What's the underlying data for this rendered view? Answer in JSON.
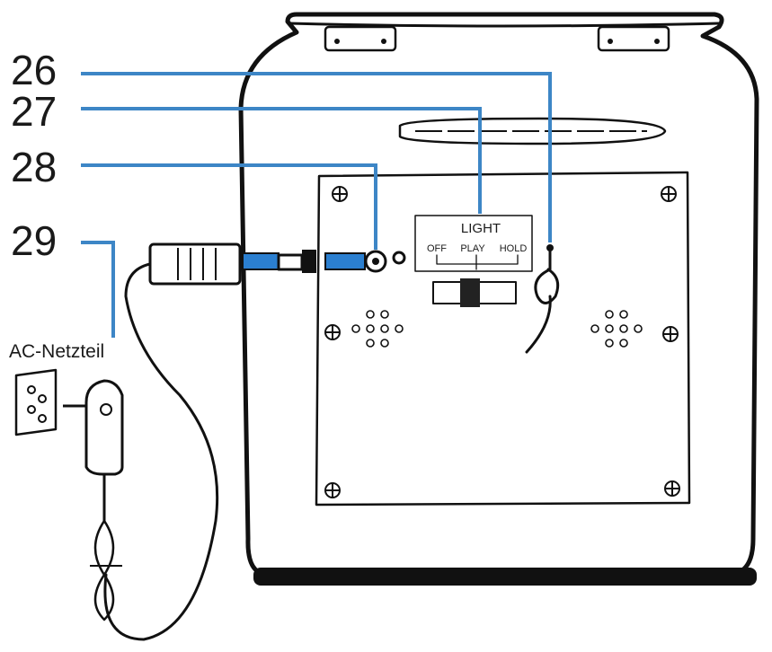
{
  "callouts": [
    {
      "id": "26",
      "number": "26"
    },
    {
      "id": "27",
      "number": "27"
    },
    {
      "id": "28",
      "number": "28"
    },
    {
      "id": "29",
      "number": "29"
    }
  ],
  "switch": {
    "title": "LIGHT",
    "positions": [
      "OFF",
      "PLAY",
      "HOLD"
    ]
  },
  "adapter": {
    "label": "AC-Netzteil"
  },
  "colors": {
    "leader": "#3d86c6",
    "cable": "#2b7fd0",
    "outline": "#111111"
  }
}
